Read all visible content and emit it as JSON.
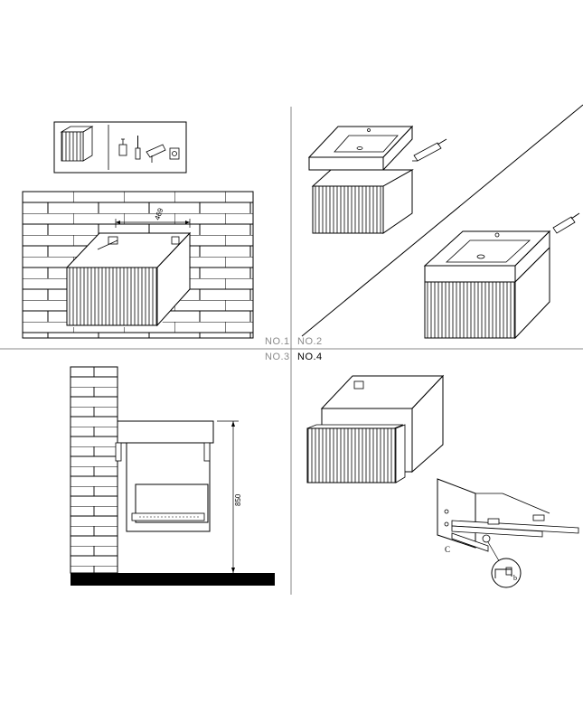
{
  "steps": {
    "no1": "NO.1",
    "no2": "NO.2",
    "no3": "NO.3",
    "no4": "NO.4"
  },
  "dimensions": {
    "bracket_spacing": "469",
    "mount_height": "850"
  },
  "markers": {
    "c": "C",
    "b": "b"
  },
  "colors": {
    "line": "#000000",
    "divider": "#8a8a8a",
    "inactive_label": "#8a8a8a",
    "active_label": "#000000"
  }
}
